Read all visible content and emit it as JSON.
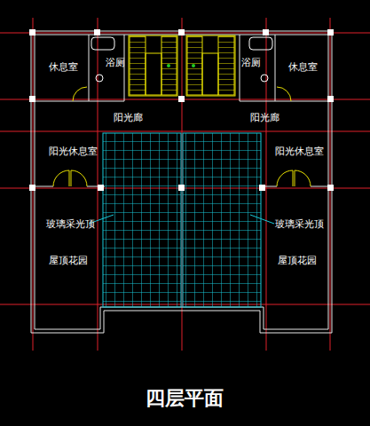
{
  "diagram": {
    "title": "四层平面",
    "labels": [
      "休息室",
      "浴厕",
      "浴厕",
      "休息室",
      "阳光廊",
      "阳光廊",
      "阳光休息室",
      "阳光休息室",
      "玻璃采光顶",
      "玻璃采光顶",
      "屋顶花园",
      "屋顶花园"
    ]
  }
}
